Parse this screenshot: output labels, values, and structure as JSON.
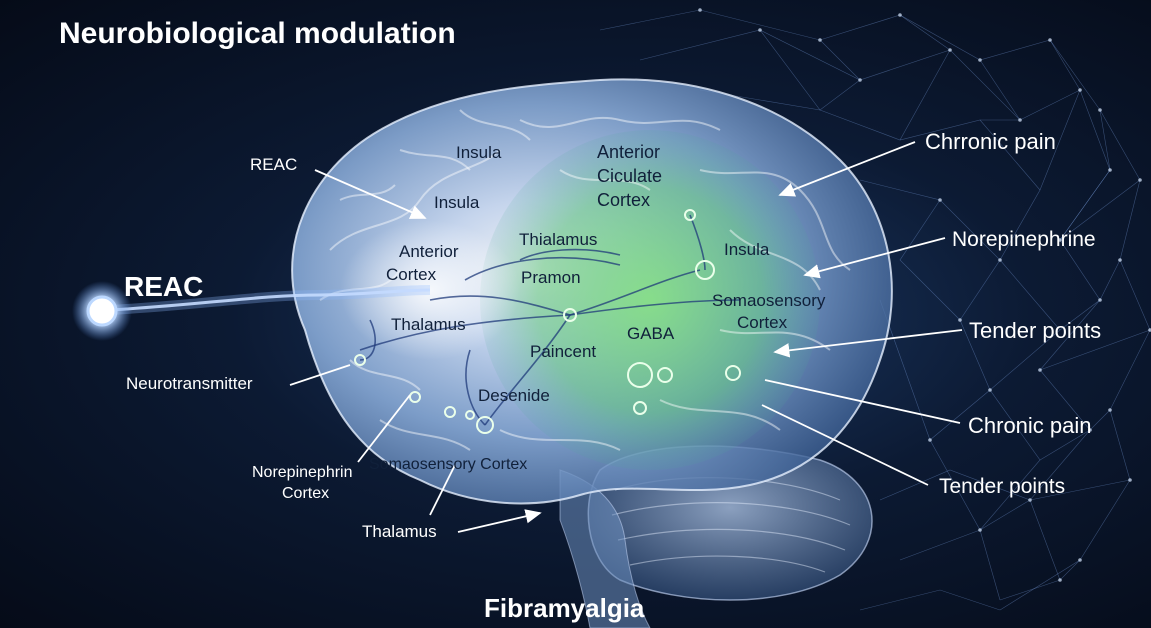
{
  "title": "Neurobiological modulation",
  "footer": "Fibramyalgia",
  "source_label": "REAC",
  "brain_labels": {
    "reac": "REAC",
    "insula_top": "Insula",
    "insula_mid": "Insula",
    "anterior_cortex_l1": "Anterior",
    "anterior_cortex_l2": "Cortex",
    "thialamus": "Thialamus",
    "pramon": "Pramon",
    "thalamus_mid": "Thalamus",
    "paincent": "Paincent",
    "desenide": "Desenide",
    "neurotransmitter": "Neurotransmitter",
    "somaosensory_cortex_bottom": "Somaosensory Cortex",
    "norepinephrin_l1": "Norepinephrin",
    "norepinephrin_l2": "Cortex",
    "thalamus_bottom": "Thalamus",
    "acc_l1": "Anterior",
    "acc_l2": "Ciculate",
    "acc_l3": "Cortex",
    "insula_right": "Insula",
    "somaosensory_l1": "Somaosensory",
    "somaosensory_l2": "Cortex",
    "gaba": "GABA"
  },
  "callouts": {
    "chrronic_pain": "Chrronic pain",
    "norepinephrine": "Norepinephrine",
    "tender_points_1": "Tender points",
    "chronic_pain": "Chronic pain",
    "tender_points_2": "Tender points"
  },
  "colors": {
    "brain_glow": "#cfe3ff",
    "limbic_green": "#6fd77a",
    "background": "#07122a",
    "label_dark": "#10203a"
  }
}
